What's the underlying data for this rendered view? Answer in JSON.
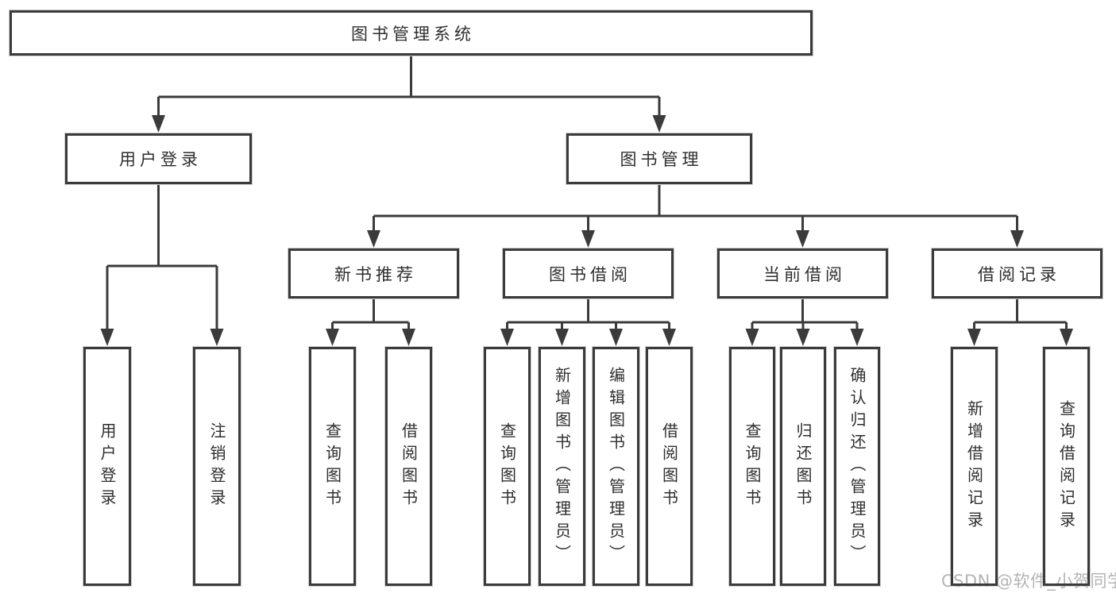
{
  "diagram": {
    "root": {
      "label": "图书管理系统"
    },
    "level1": [
      {
        "label": "用户登录",
        "children": [
          {
            "label": "用户登录"
          },
          {
            "label": "注销登录"
          }
        ]
      },
      {
        "label": "图书管理",
        "children": [
          {
            "label": "新书推荐",
            "children": [
              {
                "label": "查询图书"
              },
              {
                "label": "借阅图书"
              }
            ]
          },
          {
            "label": "图书借阅",
            "children": [
              {
                "label": "查询图书"
              },
              {
                "label": "新增图书（管理员）"
              },
              {
                "label": "编辑图书（管理员）"
              },
              {
                "label": "借阅图书"
              }
            ]
          },
          {
            "label": "当前借阅",
            "children": [
              {
                "label": "查询图书"
              },
              {
                "label": "归还图书"
              },
              {
                "label": "确认归还（管理员）"
              }
            ]
          },
          {
            "label": "借阅记录",
            "children": [
              {
                "label": "新增借阅记录"
              },
              {
                "label": "查询借阅记录"
              }
            ]
          }
        ]
      }
    ]
  },
  "watermark": {
    "text": "CSDN @软件_小贺同学"
  },
  "colors": {
    "line": "#3b3b3b",
    "box_border": "#3b3b3b",
    "box_fill": "#ffffff",
    "text": "#2e2e2e",
    "watermark": "#b4b4b4",
    "background": "#ffffff"
  }
}
